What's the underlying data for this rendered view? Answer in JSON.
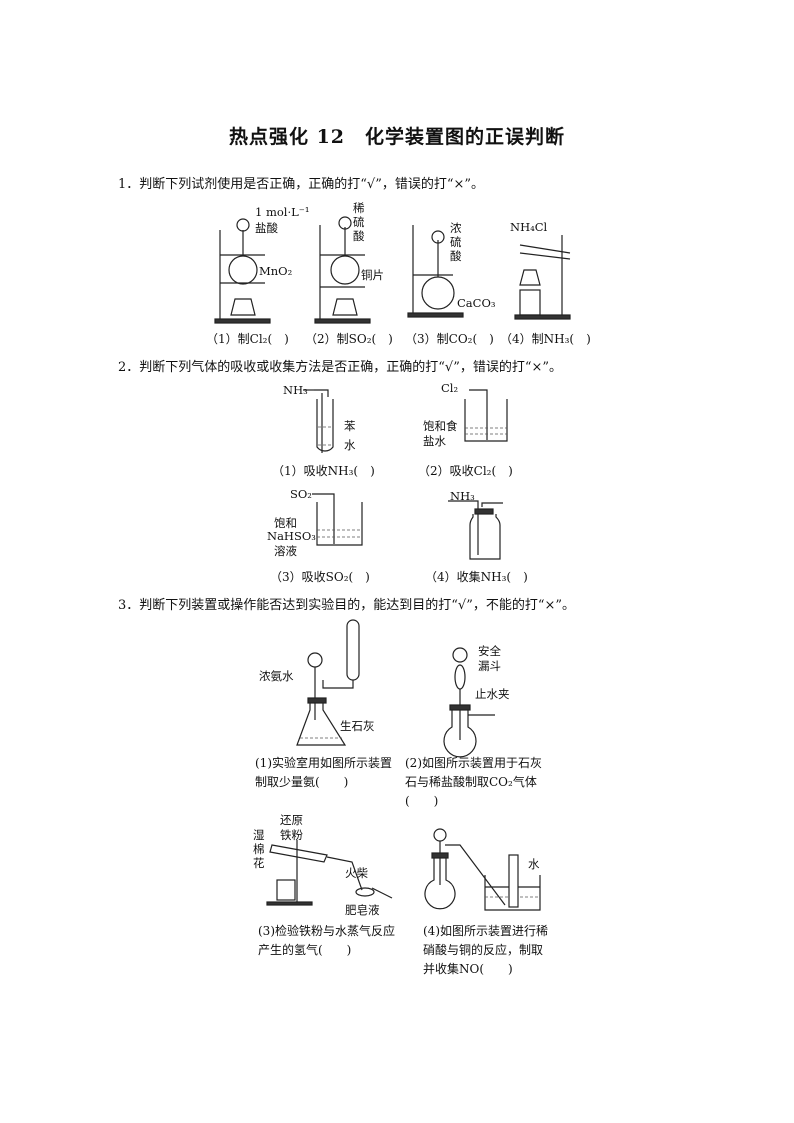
{
  "title": "热点强化 12　化学装置图的正误判断",
  "q1": {
    "text": "1．判断下列试剂使用是否正确，正确的打“√”，错误的打“×”。",
    "figures": [
      {
        "labels": [
          "1 mol·L⁻¹",
          "盐酸",
          "MnO₂"
        ],
        "caption": "（1）制Cl₂(　)"
      },
      {
        "labels": [
          "稀",
          "硫",
          "酸",
          "铜片"
        ],
        "caption": "（2）制SO₂(　)"
      },
      {
        "labels": [
          "浓",
          "硫",
          "酸",
          "CaCO₃"
        ],
        "caption": "（3）制CO₂(　)"
      },
      {
        "labels": [
          "NH₄Cl"
        ],
        "caption": "（4）制NH₃(　)"
      }
    ]
  },
  "q2": {
    "text": "2．判断下列气体的吸收或收集方法是否正确，正确的打“√”，错误的打“×”。",
    "figures": [
      {
        "labels": [
          "NH₃",
          "苯",
          "水"
        ],
        "caption": "（1）吸收NH₃(　)"
      },
      {
        "labels": [
          "Cl₂",
          "饱和食",
          "盐水"
        ],
        "caption": "（2）吸收Cl₂(　)"
      },
      {
        "labels": [
          "SO₂",
          "饱和",
          "NaHSO₃",
          "溶液"
        ],
        "caption": "（3）吸收SO₂(　)"
      },
      {
        "labels": [
          "NH₃"
        ],
        "caption": "（4）收集NH₃(　)"
      }
    ]
  },
  "q3": {
    "text": "3．判断下列装置或操作能否达到实验目的，能达到目的打“√”，不能的打“×”。",
    "figures": [
      {
        "labels": [
          "浓氨水",
          "生石灰"
        ],
        "caption": "(1)实验室用如图所示装置制取少量氨(　　)"
      },
      {
        "labels": [
          "安全",
          "漏斗",
          "止水夹"
        ],
        "caption": "(2)如图所示装置用于石灰石与稀盐酸制取CO₂气体(　　)"
      },
      {
        "labels": [
          "还原",
          "铁粉",
          "湿",
          "棉",
          "花",
          "火柴",
          "肥皂液"
        ],
        "caption": "(3)检验铁粉与水蒸气反应产生的氢气(　　)"
      },
      {
        "labels": [
          "水"
        ],
        "caption": "(4)如图所示装置进行稀硝酸与铜的反应，制取并收集NO(　　)"
      }
    ]
  }
}
